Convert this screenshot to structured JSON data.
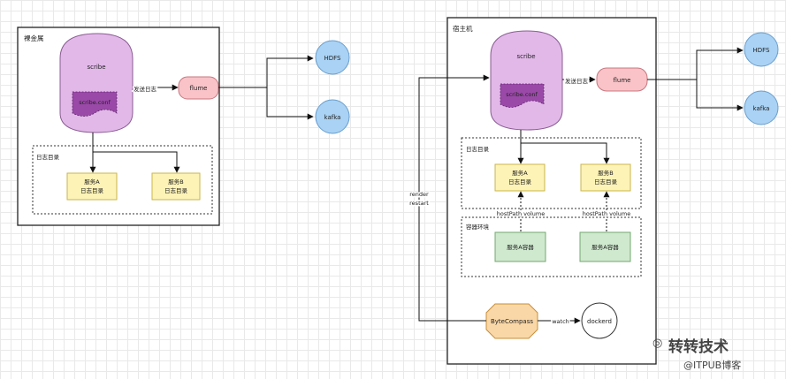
{
  "left_panel": {
    "title": "裸金属",
    "scribe_label": "scribe",
    "scribe_conf": "scribe.conf",
    "send_label": "发送日志",
    "log_dir_title": "日志目录",
    "service_a": [
      "服务A",
      "日志目录"
    ],
    "service_b": [
      "服务B",
      "日志目录"
    ]
  },
  "left_flume": {
    "label": "flume",
    "hdfs": "HDFS",
    "kafka": "kafka"
  },
  "right_panel": {
    "title": "宿主机",
    "scribe_label": "scribe",
    "scribe_conf": "scribe.conf",
    "send_label": "发送日志",
    "log_dir_title": "日志目录",
    "service_a": [
      "服务A",
      "日志目录"
    ],
    "service_b": [
      "服务B",
      "日志目录"
    ],
    "hostpath_a": "hostPath volume",
    "hostpath_b": "hostPath volume",
    "container_env_title": "容器环境",
    "container_a": "服务A容器",
    "container_b": "服务A容器",
    "bytecompass": "ByteCompass",
    "watch_label": "watch",
    "dockerd": "dockerd",
    "render_restart": [
      "render",
      "restart"
    ]
  },
  "right_flume": {
    "label": "flume",
    "hdfs": "HDFS",
    "kafka": "kafka"
  },
  "watermark": {
    "brand": "转转技术",
    "site": "@ITPUB博客"
  },
  "colors": {
    "scribe_fill": "#e2b8e9",
    "scribe_stroke": "#8a5c92",
    "conf_fill": "#9a49a8",
    "flume_fill": "#f9c3c8",
    "flume_stroke": "#c7777f",
    "circle_fill": "#a9d2f4",
    "circle_stroke": "#6a9ecd",
    "service_fill": "#fdf3b6",
    "service_stroke": "#c9b44c",
    "container_fill": "#cfe9ce",
    "container_stroke": "#73a870",
    "bc_fill": "#fad7a6",
    "bc_stroke": "#c78f3b"
  }
}
